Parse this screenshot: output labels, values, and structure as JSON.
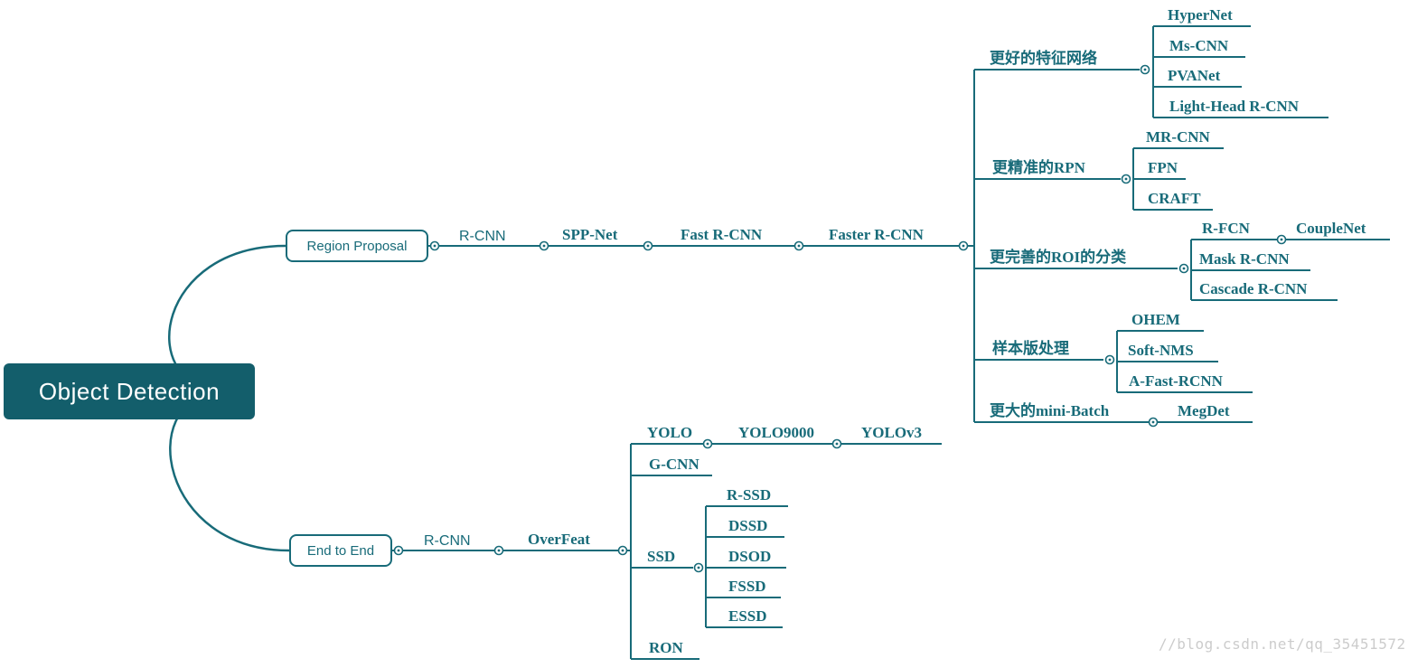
{
  "colors": {
    "teal": "#186b79",
    "root_fill": "#135e6b",
    "watermark": "#cccccc"
  },
  "root": {
    "label": "Object Detection"
  },
  "region": {
    "node_label": "Region Proposal",
    "chain": [
      "R-CNN",
      "SPP-Net",
      "Fast R-CNN",
      "Faster R-CNN"
    ],
    "better_feature_net": {
      "label": "更好的特征网络",
      "children": [
        "HyperNet",
        "Ms-CNN",
        "PVANet",
        "Light-Head R-CNN"
      ]
    },
    "better_rpn": {
      "label": "更精准的RPN",
      "children": [
        "MR-CNN",
        "FPN",
        "CRAFT"
      ]
    },
    "better_roi": {
      "label": "更完善的ROI的分类",
      "children": [
        "R-FCN",
        "CoupleNet",
        "Mask R-CNN",
        "Cascade R-CNN"
      ]
    },
    "sample_processing": {
      "label": "样本版处理",
      "children": [
        "OHEM",
        "Soft-NMS",
        "A-Fast-RCNN"
      ]
    },
    "bigger_minibatch": {
      "label": "更大的mini-Batch",
      "children": [
        "MegDet"
      ]
    }
  },
  "end_to_end": {
    "node_label": "End to End",
    "chain": [
      "R-CNN",
      "OverFeat"
    ],
    "yolo": {
      "label": "YOLO",
      "chain": [
        "YOLO9000",
        "YOLOv3"
      ]
    },
    "gcnn": {
      "label": "G-CNN"
    },
    "ssd": {
      "label": "SSD",
      "children": [
        "R-SSD",
        "DSSD",
        "DSOD",
        "FSSD",
        "ESSD"
      ]
    },
    "ron": {
      "label": "RON"
    }
  },
  "watermark": "//blog.csdn.net/qq_35451572"
}
